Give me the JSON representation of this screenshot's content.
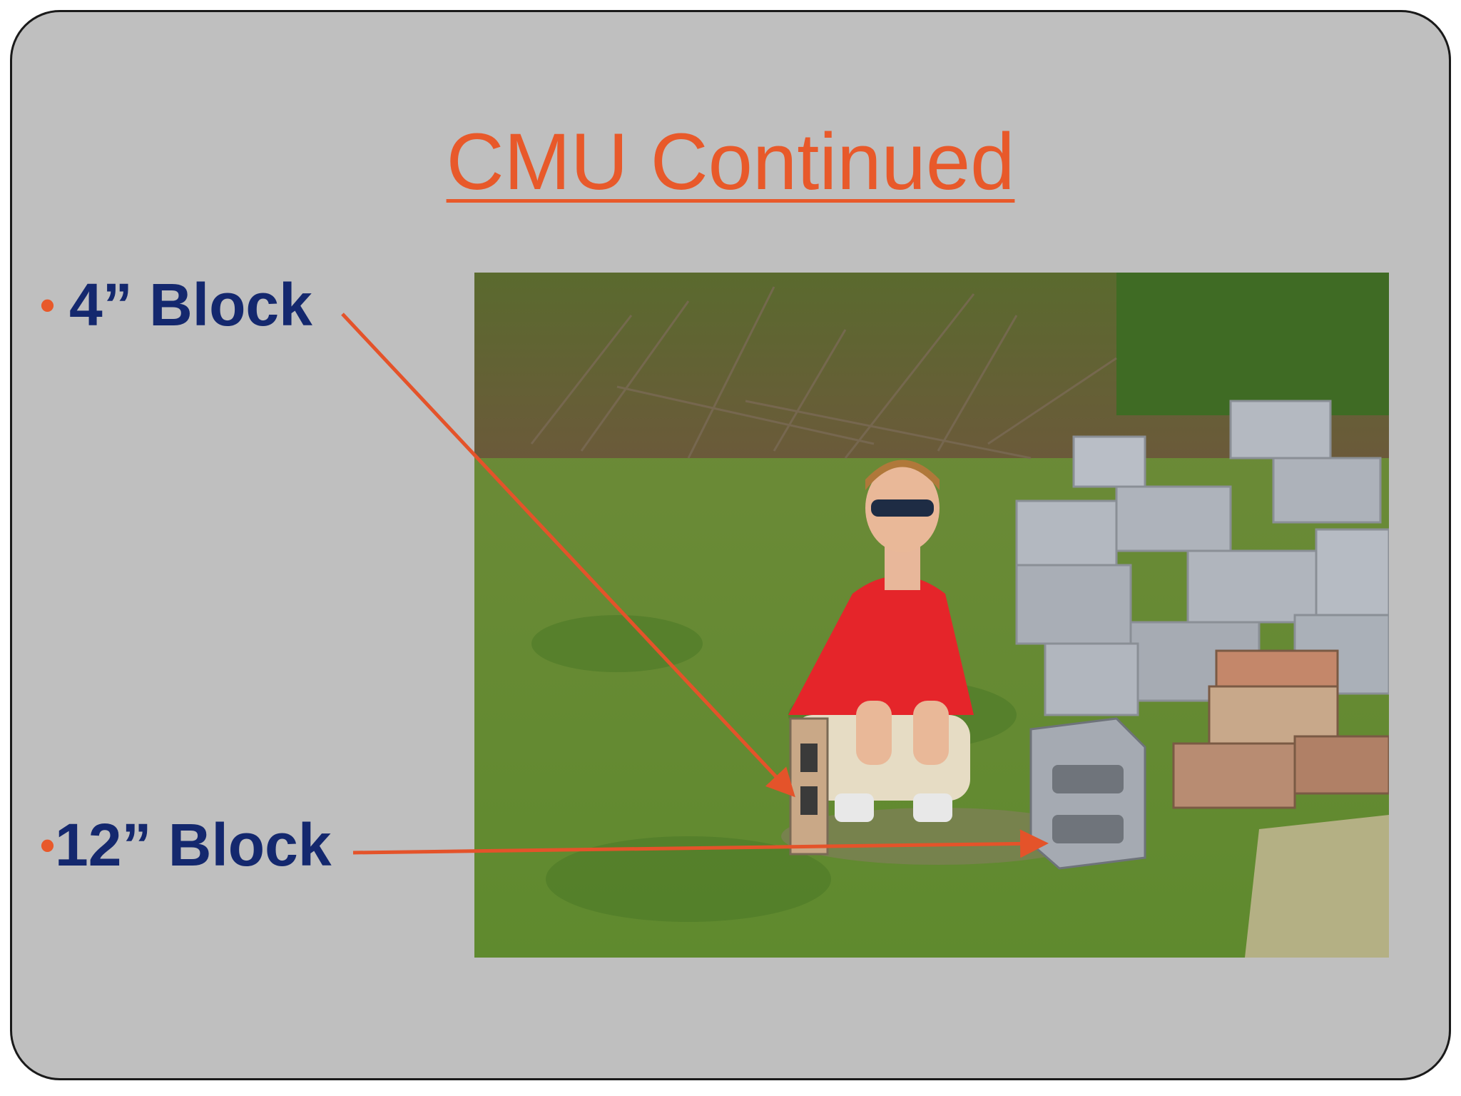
{
  "slide": {
    "title": "CMU Continued",
    "bullets": [
      {
        "bullet_char": "•",
        "text": "4” Block"
      },
      {
        "bullet_char": "•",
        "text": "12” Block"
      }
    ]
  },
  "colors": {
    "background": "#bfbfbf",
    "title": "#e8592a",
    "bullet_text": "#14286e",
    "bullet_marker": "#e8592a",
    "arrow": "#e4532a"
  },
  "photo": {
    "content": "person crouching beside a 4 inch block and a 12 inch block, stacked concrete blocks behind"
  }
}
